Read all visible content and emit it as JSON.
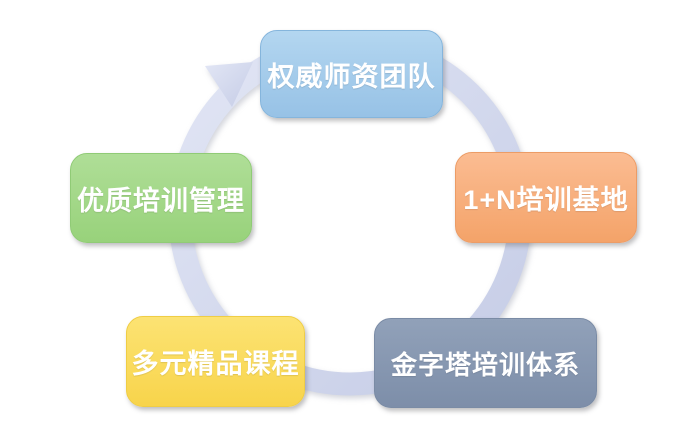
{
  "diagram": {
    "type": "circular-cycle",
    "direction": "clockwise",
    "background": "#FFFFFF",
    "text_color": "#FFFFFF",
    "ring": {
      "shape": "circular-arrow",
      "color": "#CED4EB",
      "gradient_top": "#E2E6F5",
      "gradient_bottom": "#C5CCE6"
    },
    "nodes": [
      {
        "position": "top",
        "label": "权威师资团队",
        "fill": "#A6CDEC",
        "fill_top": "#B3D6F0",
        "fill_bottom": "#97C2E6",
        "border": "#85B5DC"
      },
      {
        "position": "right",
        "label": "1+N培训基地",
        "fill": "#F9B183",
        "fill_top": "#FBBC92",
        "fill_bottom": "#F4A369",
        "border": "#EC9C66"
      },
      {
        "position": "bottom-right",
        "label": "金字塔培训体系",
        "fill": "#8395AF",
        "fill_top": "#91A1B9",
        "fill_bottom": "#7D8EA9",
        "border": "#7A8BA5"
      },
      {
        "position": "bottom-left",
        "label": "多元精品课程",
        "fill": "#FBDF66",
        "fill_top": "#FCE373",
        "fill_bottom": "#F8D44B",
        "border": "#EFCD45"
      },
      {
        "position": "left",
        "label": "优质培训管理",
        "fill": "#A5D98C",
        "fill_top": "#AFDE97",
        "fill_bottom": "#98D27B",
        "border": "#90CB76"
      }
    ]
  }
}
